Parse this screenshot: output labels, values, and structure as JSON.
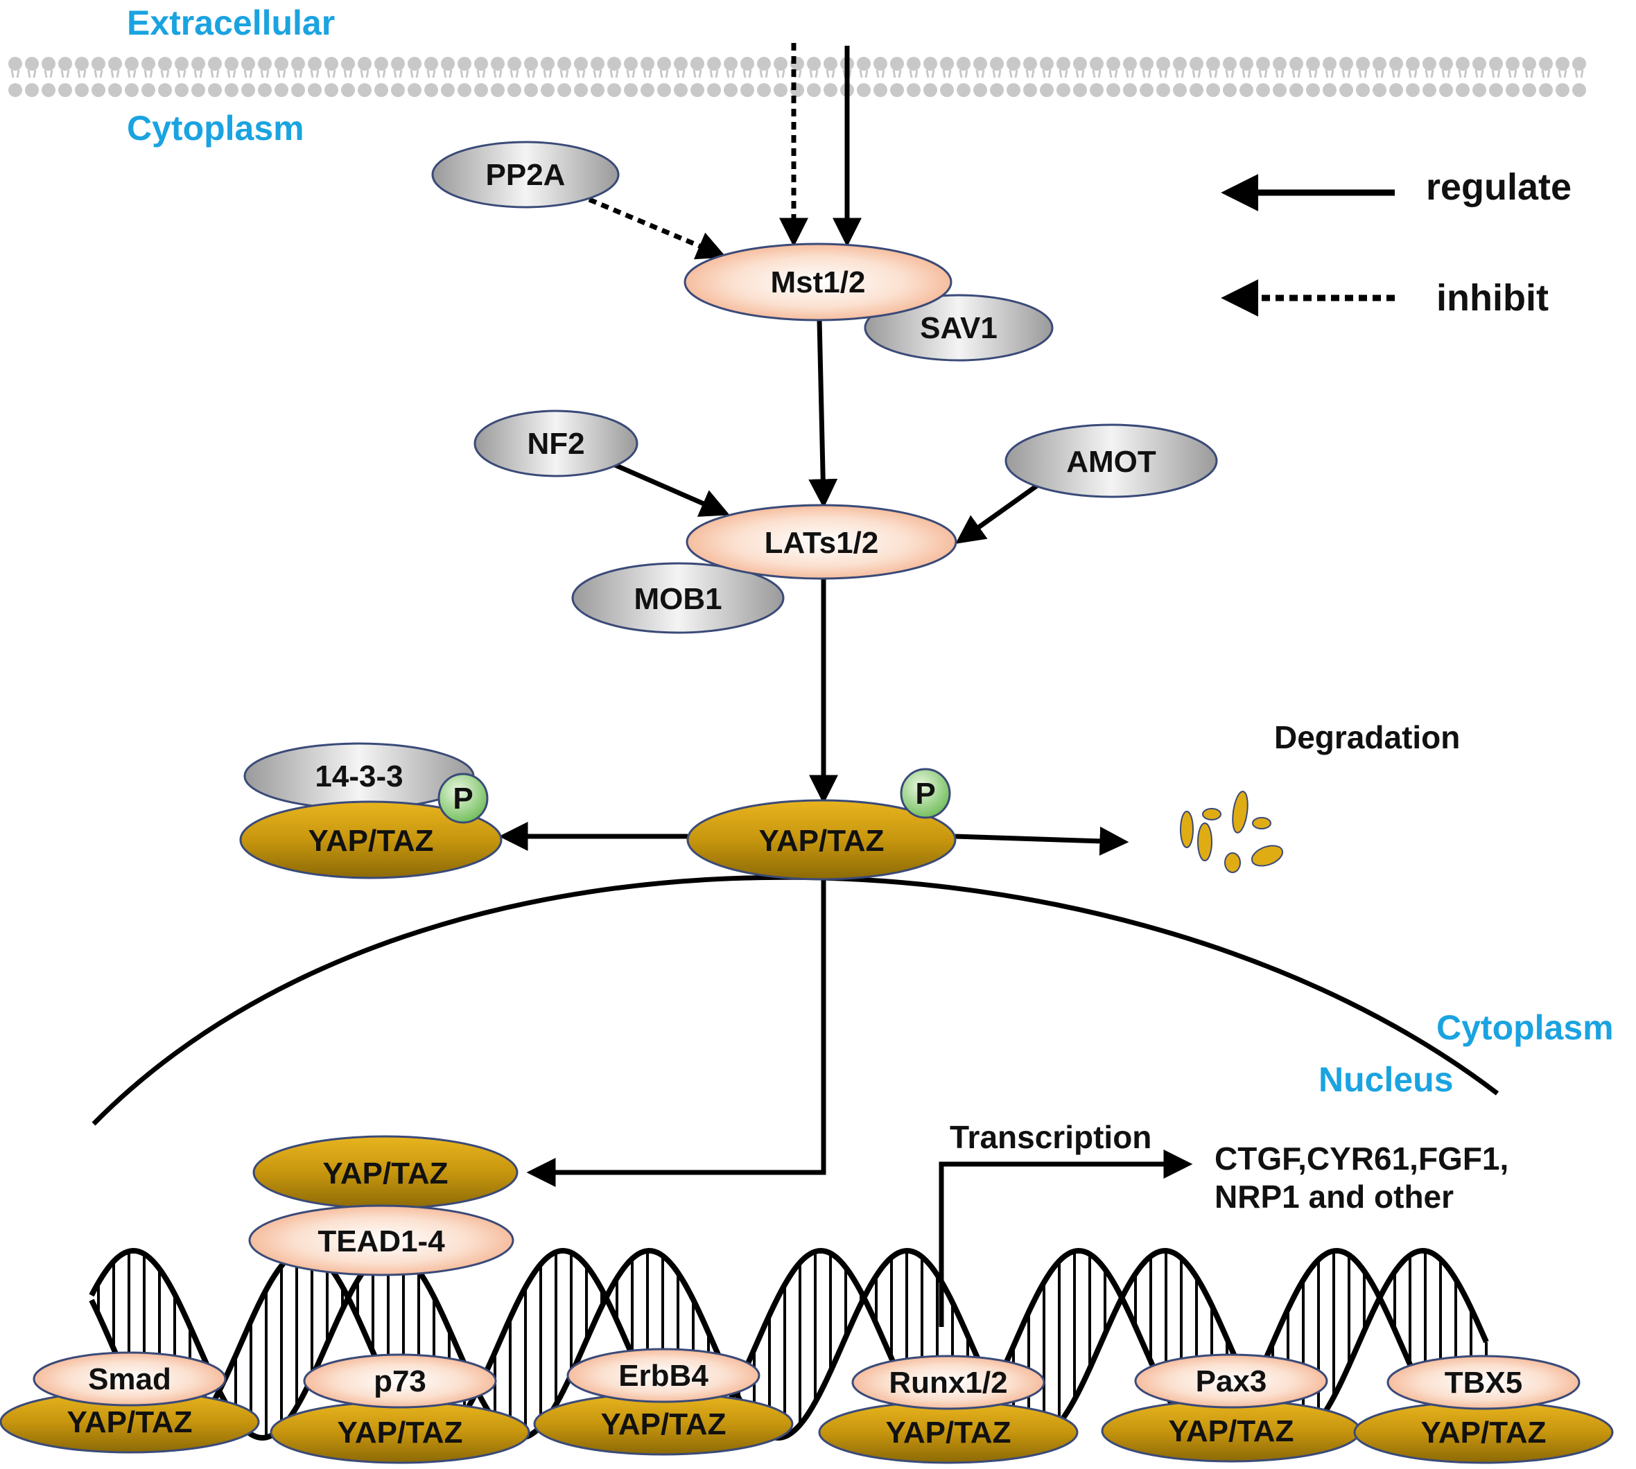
{
  "regions": {
    "extracellular": "Extracellular",
    "cytoplasm_top": "Cytoplasm",
    "cytoplasm_right": "Cytoplasm",
    "nucleus": "Nucleus"
  },
  "legend": {
    "regulate": "regulate",
    "inhibit": "inhibit"
  },
  "nodes": {
    "pp2a": "PP2A",
    "mst": "Mst1/2",
    "sav1": "SAV1",
    "nf2": "NF2",
    "amot": "AMOT",
    "lats": "LATs1/2",
    "mob1": "MOB1",
    "p1433": "14-3-3",
    "p_left": "P",
    "p_center": "P",
    "yap_left": "YAP/TAZ",
    "yap_center": "YAP/TAZ",
    "yap_nucleus": "YAP/TAZ",
    "tead": "TEAD1-4"
  },
  "labels": {
    "degradation": "Degradation",
    "transcription": "Transcription",
    "targets_line1": "CTGF,CYR61,FGF1,",
    "targets_line2": "NRP1 and other"
  },
  "dna_partners": [
    {
      "name": "Smad",
      "yap": "YAP/TAZ"
    },
    {
      "name": "p73",
      "yap": "YAP/TAZ"
    },
    {
      "name": "ErbB4",
      "yap": "YAP/TAZ"
    },
    {
      "name": "Runx1/2",
      "yap": "YAP/TAZ"
    },
    {
      "name": "Pax3",
      "yap": "YAP/TAZ"
    },
    {
      "name": "TBX5",
      "yap": "YAP/TAZ"
    }
  ],
  "colors": {
    "region_text": "#1aa3e0",
    "kinase_fill": "#f6b99a",
    "grey_fill": "#b9b9b9",
    "yap_fill": "#b8860b",
    "phospho_fill": "#8fcf78",
    "outline": "#3a4a78"
  }
}
